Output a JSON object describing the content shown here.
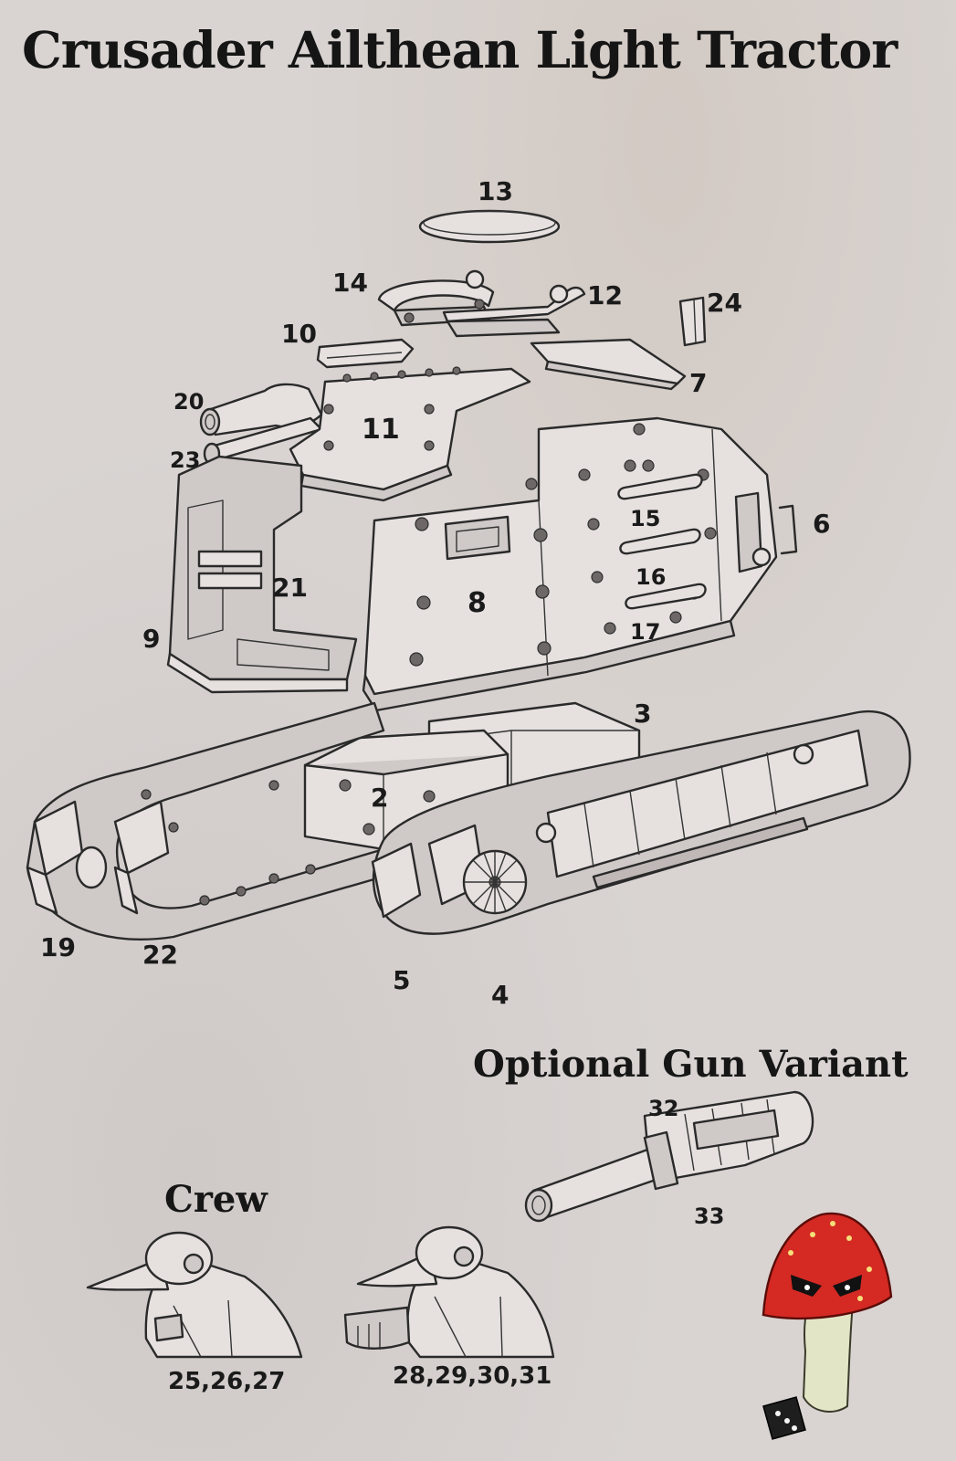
{
  "title": "Crusader Ailthean Light Tractor",
  "sections": {
    "optional_gun": "Optional Gun Variant",
    "crew": "Crew"
  },
  "part_labels": {
    "p2": "2",
    "p3": "3",
    "p4": "4",
    "p5": "5",
    "p6": "6",
    "p7": "7",
    "p8": "8",
    "p9": "9",
    "p10": "10",
    "p11": "11",
    "p12": "12",
    "p13": "13",
    "p14": "14",
    "p15": "15",
    "p16": "16",
    "p17": "17",
    "p19": "19",
    "p20": "20",
    "p21": "21",
    "p22": "22",
    "p23": "23",
    "p24": "24",
    "p32": "32",
    "p33": "33"
  },
  "crew_labels": {
    "crew_a": "25,26,27",
    "crew_b": "28,29,30,31"
  },
  "colors": {
    "background": "#d9d4d2",
    "ink": "#1b1b1b",
    "mushroom_cap": "#d42a23",
    "mushroom_stem": "#e2e6c6"
  }
}
